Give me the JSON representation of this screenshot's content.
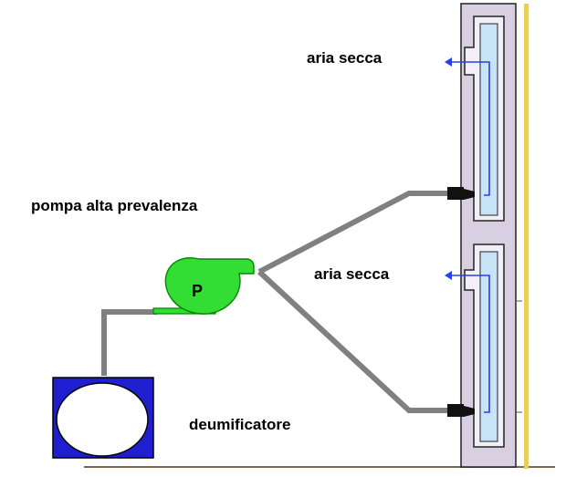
{
  "labels": {
    "air_top": "aria secca",
    "air_bottom": "aria secca",
    "pump_description": "pompa alta prevalenza",
    "pump_letter": "P",
    "dehumidifier": "deumificatore"
  },
  "colors": {
    "pipe": "#808080",
    "pump": "#33dd33",
    "pump_outline": "#008800",
    "dehumidifier_frame": "#1f1fd0",
    "panel": "#d8d0e0",
    "channel": "#c8e4f8",
    "arrow": "#2b3fe8",
    "wall_edge": "#e8cf5a"
  },
  "icons": {
    "pump": "centrifugal-pump-icon",
    "dehumidifier": "dehumidifier-unit-icon",
    "nozzle": "injection-nozzle-icon",
    "air_arrow": "arrow-left-icon"
  }
}
